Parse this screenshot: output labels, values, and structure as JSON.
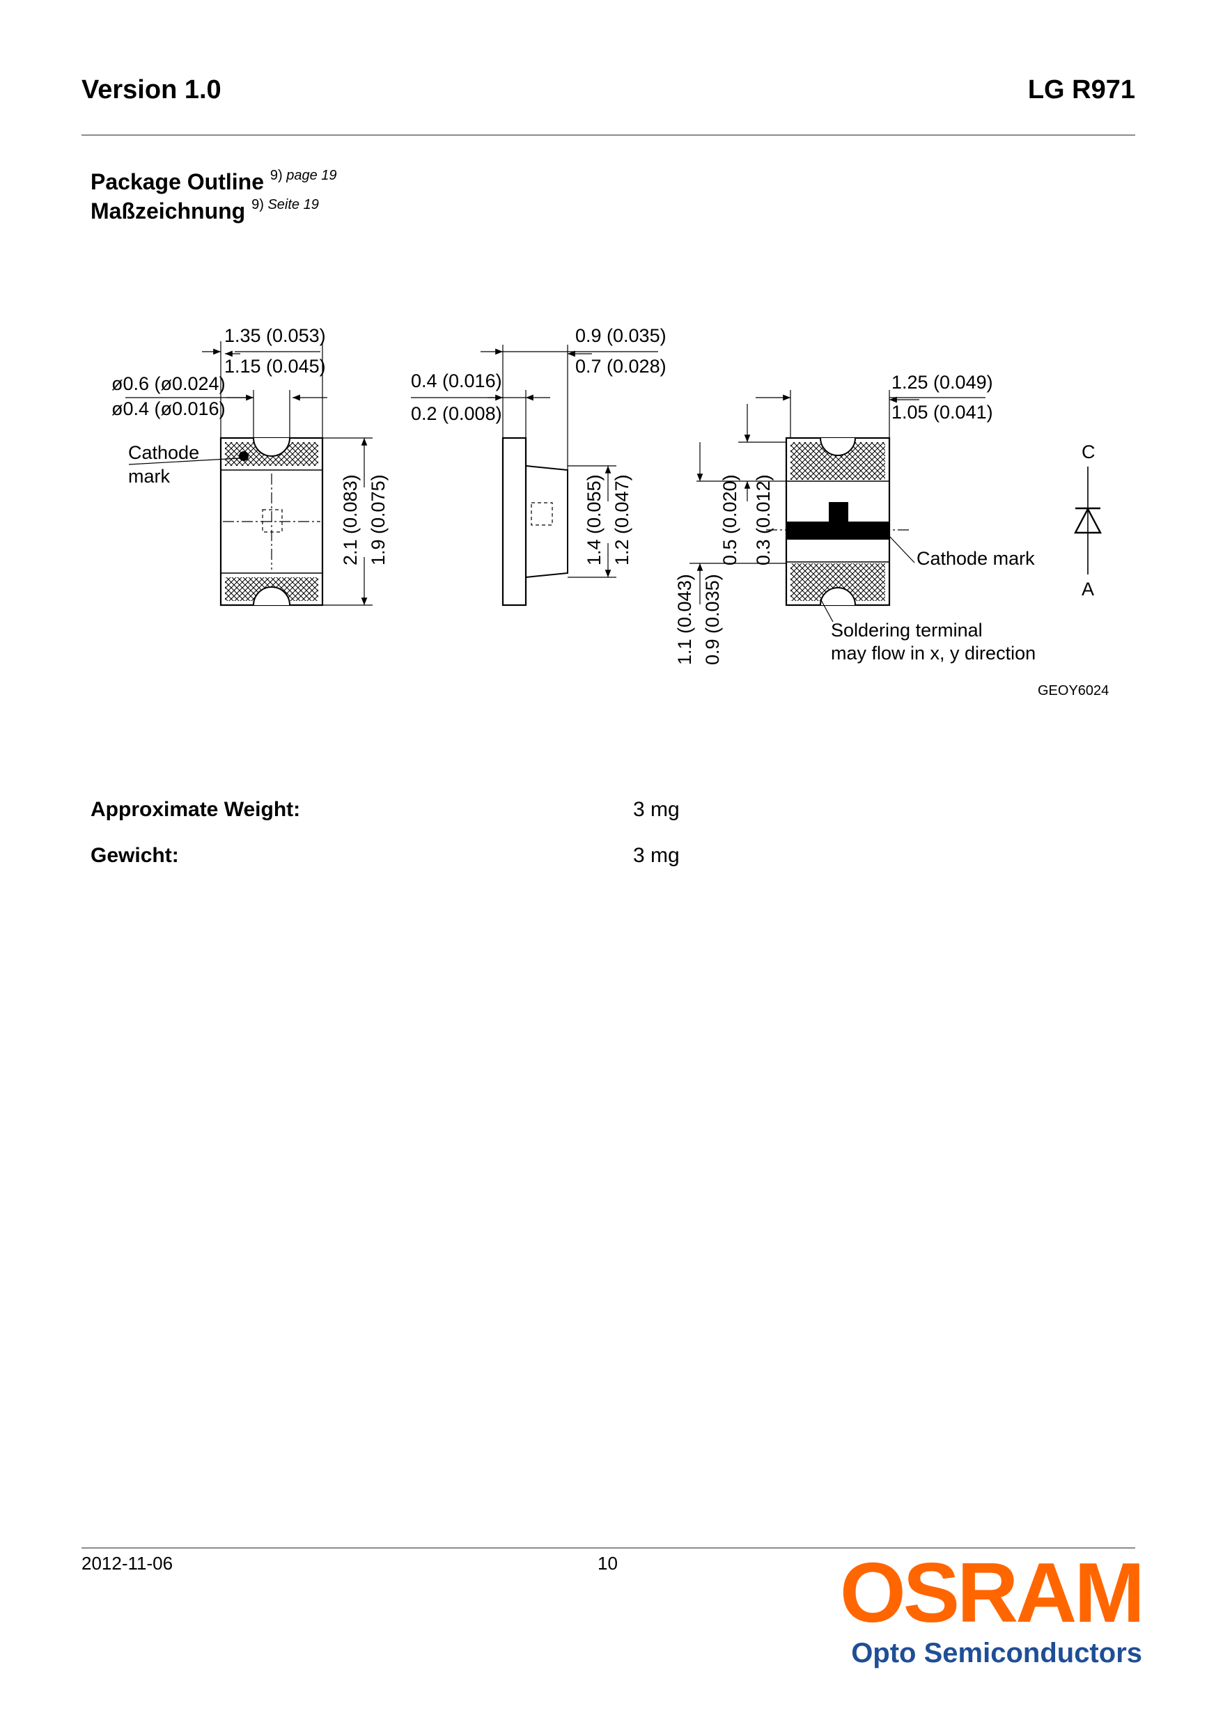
{
  "header": {
    "version": "Version 1.0",
    "part_number": "LG R971"
  },
  "section": {
    "title_en": "Package Outline",
    "title_en_ref": "9)",
    "title_en_page": "page 19",
    "title_de": "Maßzeichnung",
    "title_de_ref": "9)",
    "title_de_page": "Seite 19"
  },
  "drawing": {
    "front": {
      "width_max": "1.35 (0.053)",
      "width_min": "1.15 (0.045)",
      "hole_max": "ø0.6 (ø0.024)",
      "hole_min": "ø0.4 (ø0.016)",
      "cathode_line1": "Cathode",
      "cathode_line2": "mark",
      "height_max": "2.1 (0.083)",
      "height_min": "1.9 (0.075)"
    },
    "side": {
      "width_max": "0.9 (0.035)",
      "width_min": "0.7 (0.028)",
      "thick_max": "0.4 (0.016)",
      "thick_min": "0.2 (0.008)",
      "height_max": "1.4 (0.055)",
      "height_min": "1.2 (0.047)"
    },
    "bottom": {
      "width_max": "1.25 (0.049)",
      "width_min": "1.05 (0.041)",
      "mark_offset_max": "0.5 (0.020)",
      "mark_offset_min": "0.3 (0.012)",
      "pad_max": "1.1 (0.043)",
      "pad_min": "0.9 (0.035)",
      "cathode_mark": "Cathode mark",
      "solder_line1": "Soldering terminal",
      "solder_line2": "may flow in x, y direction"
    },
    "symbol": {
      "cathode": "C",
      "anode": "A"
    },
    "drawing_id": "GEOY6024"
  },
  "weight": [
    {
      "label": "Approximate Weight:",
      "value": "3 mg"
    },
    {
      "label": "Gewicht:",
      "value": "3 mg"
    }
  ],
  "footer": {
    "date": "2012-11-06",
    "page": "10",
    "logo_brand": "OSRAM",
    "logo_sub": "Opto Semiconductors",
    "brand_color": "#ff6600",
    "sub_color": "#1f4e96"
  }
}
